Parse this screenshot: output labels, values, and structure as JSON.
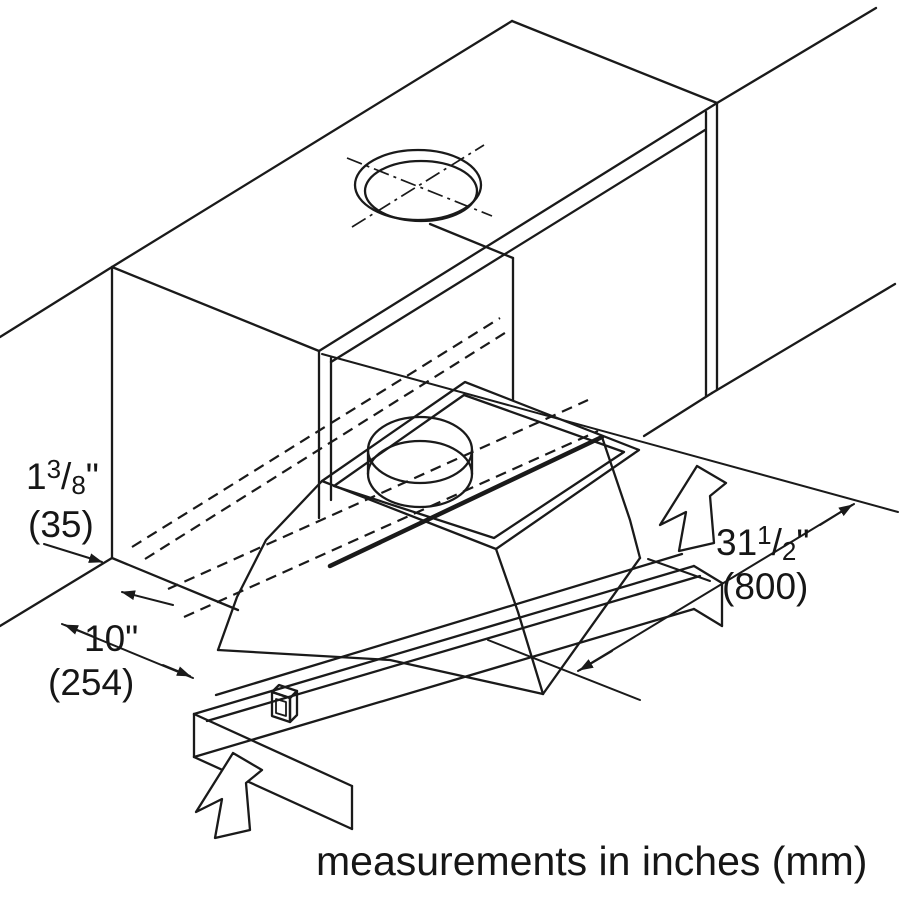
{
  "diagram": {
    "caption": "measurements in inches (mm)",
    "dimensions": {
      "recess": {
        "whole": "1",
        "numerator": "3",
        "denominator": "8",
        "unit": "\"",
        "mm": "(35)"
      },
      "depth": {
        "value": "10\"",
        "mm": "(254)"
      },
      "width": {
        "whole": "31",
        "numerator": "1",
        "denominator": "2",
        "unit": "\"",
        "mm": "(800)"
      }
    },
    "colors": {
      "line": "#1a1a1a",
      "background": "#ffffff"
    }
  }
}
